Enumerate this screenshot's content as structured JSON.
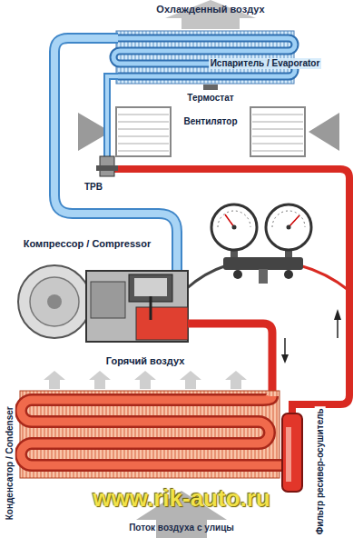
{
  "diagram": {
    "labels": [
      "Охлажденный воздух",
      "Испаритель / Evaporator",
      "Термостат",
      "Вентилятор",
      "ТРВ",
      "Компрессор / Compressor",
      "Горячий воздух",
      "Конденсатор / Condenser",
      "Фильтр ресивер-осушитель",
      "Поток воздуха с улицы",
      "www.rik-auto.ru"
    ]
  }
}
